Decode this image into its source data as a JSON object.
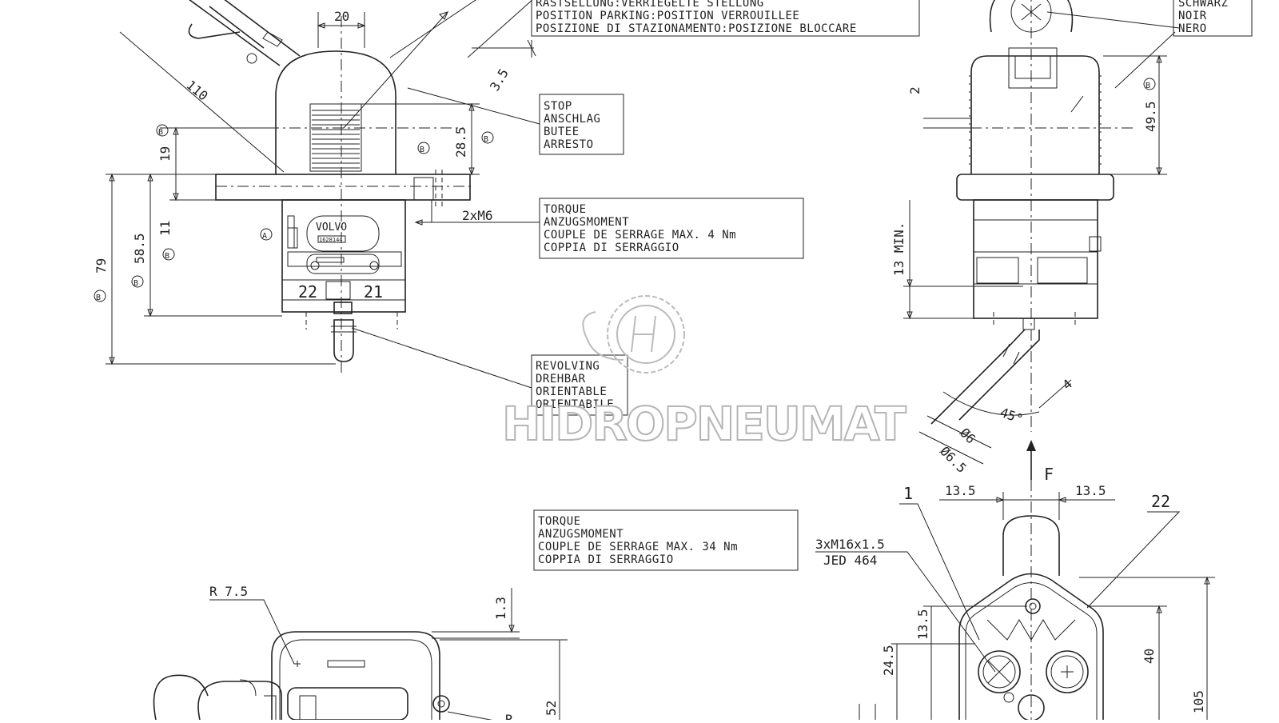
{
  "notes": {
    "parking": [
      "RASTSELLUNG:VERRIEGELTE STELLUNG",
      "POSITION PARKING:POSITION VERROUILLEE",
      "POSIZIONE DI STAZIONAMENTO:POSIZIONE BLOCCARE"
    ],
    "color": [
      "SCHWARZ",
      "NOIR",
      "NERO"
    ],
    "stop": [
      "STOP",
      "ANSCHLAG",
      "BUTEE",
      "ARRESTO"
    ],
    "torque_top": [
      "TORQUE",
      "ANZUGSMOMENT",
      "COUPLE DE SERRAGE   MAX. 4 Nm",
      "COPPIA DI SERRAGGIO"
    ],
    "revolving": [
      "REVOLVING",
      "DREHBAR",
      "ORIENTABLE",
      "ORIENTABILE"
    ],
    "torque_bottom": [
      "TORQUE",
      "ANZUGSMOMENT",
      "COUPLE DE SERRAGE  MAX. 34 Nm",
      "COPPIA DI SERRAGGIO"
    ]
  },
  "dimensions": {
    "d20": "20",
    "d110": "110",
    "d3_5": "3.5",
    "d28_5": "28.5",
    "d19": "19",
    "d11": "11",
    "d58_5": "58.5",
    "d79": "79",
    "screw_m6": "2xM6",
    "d2": "2",
    "d49_5": "49.5",
    "d13min": "13 MIN.",
    "d4": "4",
    "d45": "45°",
    "dia6": "Ø6",
    "dia6_5": "Ø6.5",
    "force": "F",
    "d13_5_left": "13.5",
    "d13_5_right": "13.5",
    "d13_5_vert": "13.5",
    "d24_5": "24.5",
    "d40": "40",
    "d105": "105",
    "thread": "3xM16x1.5",
    "jed": "JED 464",
    "port_1": "1",
    "port_22": "22",
    "r7_5": "R 7.5",
    "d1_3": "1.3",
    "d52": "52",
    "r_small": "R"
  },
  "markers": {
    "b": "B",
    "a": "A"
  },
  "part": {
    "brand": "VOLVO",
    "number": "1628144",
    "port_left": "22",
    "port_right": "21"
  },
  "watermark": "HIDROPNEUMAT"
}
